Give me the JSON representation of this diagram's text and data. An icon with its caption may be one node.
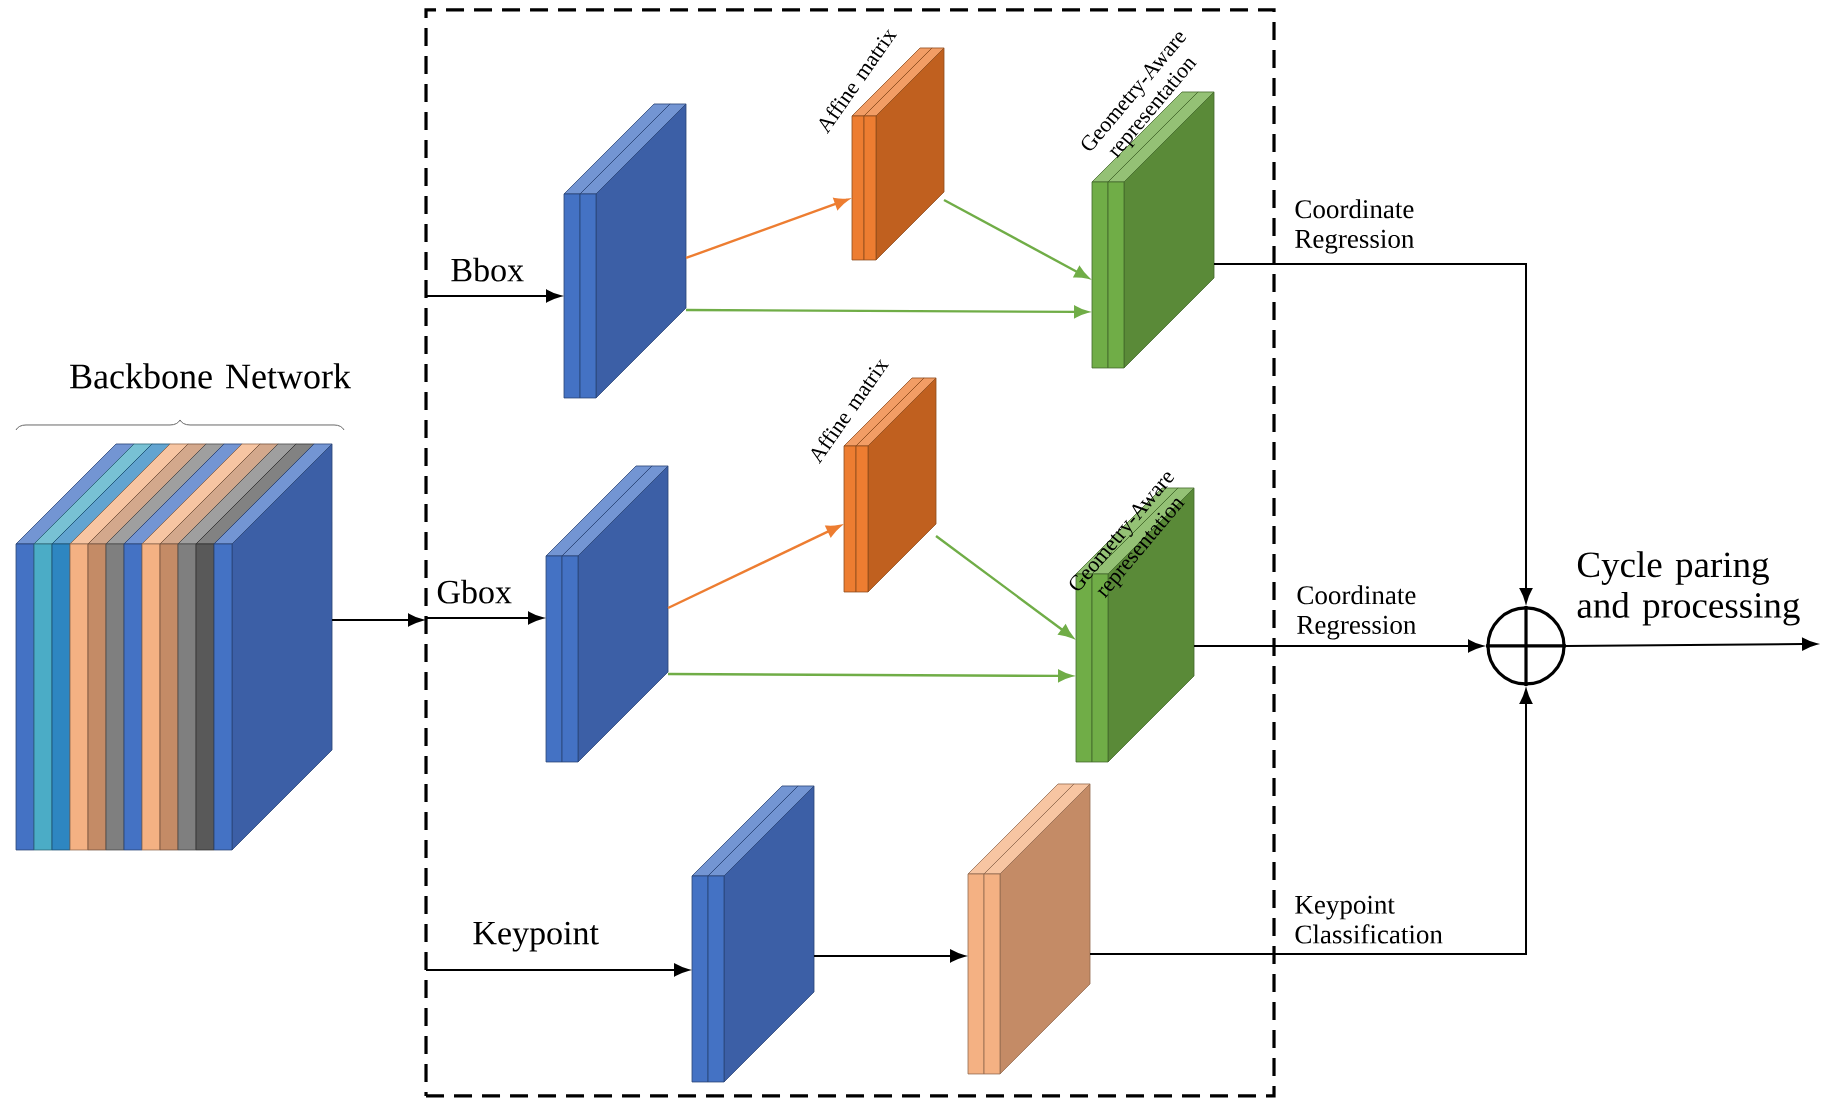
{
  "diagram": {
    "nodes": [
      {
        "text": [
          "Backbone Network"
        ]
      },
      {
        "text": [],
        "shape": "box"
      },
      {
        "text": [],
        "shape": "box",
        "in": 1
      },
      {
        "text": [
          "Affine matrix"
        ],
        "in": 1
      },
      {
        "text": [
          "Geometry-Aware representation"
        ],
        "in": 1
      },
      {
        "text": [],
        "shape": "box",
        "in": 1
      },
      {
        "text": [
          "Affine matrix"
        ],
        "in": 1
      },
      {
        "text": [
          "Geometry-Aware representation"
        ],
        "in": 1
      },
      {
        "text": [],
        "shape": "box",
        "in": 1
      },
      {
        "text": [],
        "shape": "box",
        "in": 1
      },
      {
        "text": [],
        "shape": "circle"
      }
    ],
    "edges": [
      {
        "from": 0,
        "to": 1,
        "arrow": "to"
      },
      {
        "from": 1,
        "to": 2,
        "arrow": "to",
        "label": "Bbox"
      },
      {
        "from": 2,
        "to": 3,
        "arrow": "to",
        "color": "#ed7d31"
      },
      {
        "from": 3,
        "to": 4,
        "arrow": "to",
        "color": "#70ad47"
      },
      {
        "from": 2,
        "to": 4,
        "arrow": "to",
        "color": "#70ad47"
      },
      {
        "from": 1,
        "to": 5,
        "arrow": "to",
        "label": "Gbox"
      },
      {
        "from": 5,
        "to": 6,
        "arrow": "to",
        "color": "#ed7d31"
      },
      {
        "from": 6,
        "to": 7,
        "arrow": "to",
        "color": "#70ad47"
      },
      {
        "from": 5,
        "to": 7,
        "arrow": "to",
        "color": "#70ad47"
      },
      {
        "from": 1,
        "to": 8,
        "arrow": "to",
        "label": "Keypoint"
      },
      {
        "from": 8,
        "to": 9,
        "arrow": "to"
      },
      {
        "from": 4,
        "to": 10,
        "arrow": "to",
        "label": "Coordinate Regression"
      },
      {
        "from": 7,
        "to": 10,
        "arrow": "to",
        "label": "Coordinate Regression"
      },
      {
        "from": 9,
        "to": 10,
        "arrow": "to",
        "label": "Keypoint Classification"
      },
      {
        "from": 10,
        "to": null,
        "arrow": "to",
        "label": "Cycle paring and processing"
      }
    ]
  }
}
